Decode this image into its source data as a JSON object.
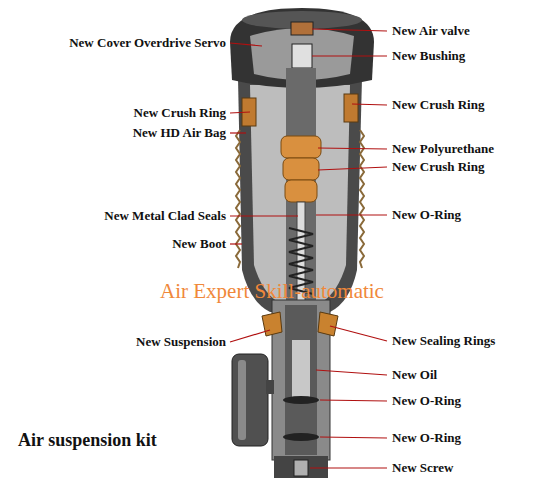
{
  "diagram": {
    "labels": [
      "New Cover Overdrive Servo",
      "New Crush Ring",
      "New HD Air Bag",
      "New Metal Clad Seals",
      "New Boot",
      "New Suspension",
      "Air suspension kit",
      "New Air valve",
      "New Bushing",
      "New Crush Ring",
      "New Polyurethane",
      "New Crush Ring",
      "New O-Ring",
      "New Sealing Rings",
      "New Oil",
      "New O-Ring",
      "New O-Ring",
      "New Screw",
      "Air Expert Skill-automatic"
    ]
  }
}
